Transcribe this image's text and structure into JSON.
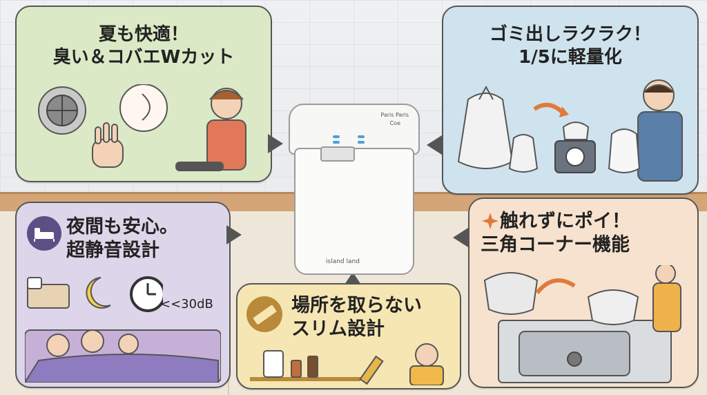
{
  "smell": {
    "line1": "夏も快適！",
    "line2": "臭い＆コバエWカット"
  },
  "weight": {
    "line1": "ゴミ出しラクラク！",
    "line2": "1/5に軽量化"
  },
  "quiet": {
    "line1": "夜間も安心。",
    "line2": "超静音設計",
    "db": "<<30dB"
  },
  "slim": {
    "line1": "場所を取らない",
    "line2": "スリム設計"
  },
  "corner": {
    "line1": "触れずにポイ！",
    "line2": "三角コーナー機能"
  },
  "product": {
    "brand_top": "Paris Paris",
    "brand_sub": "Coe",
    "logo": "island land"
  },
  "colors": {
    "smell_bg": "#dbe9c6",
    "weight_bg": "#cfe3ee",
    "quiet_bg": "#ddd6ea",
    "slim_bg": "#f6e6b3",
    "corner_bg": "#f7e2cf"
  }
}
